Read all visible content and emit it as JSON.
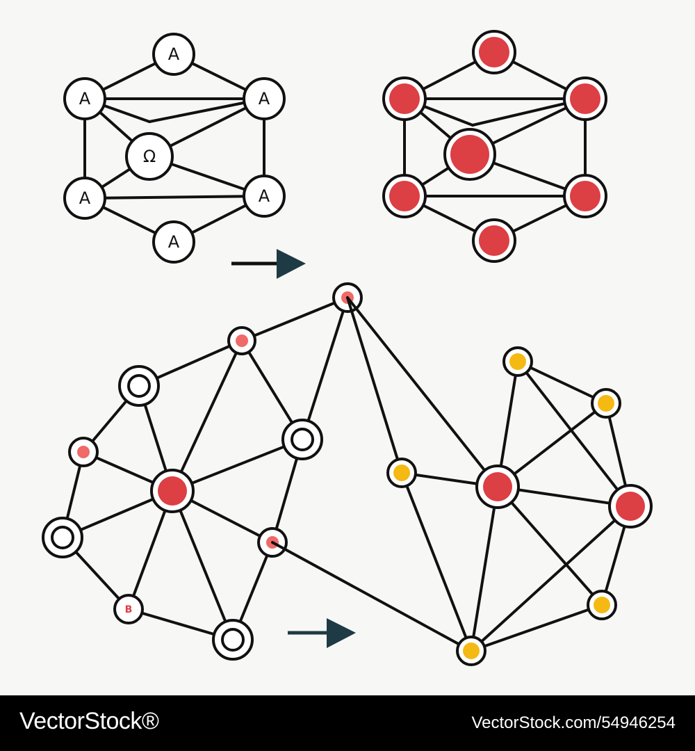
{
  "colors": {
    "background": "#f7f7f5",
    "line": "#111111",
    "red": "#dc3f44",
    "salmon": "#ef6a68",
    "yellow": "#f5b914",
    "arrow": "#1e3a44"
  },
  "top_left_network": {
    "nodes": [
      {
        "id": "tl-top",
        "label": "A"
      },
      {
        "id": "tl-ul",
        "label": "A"
      },
      {
        "id": "tl-ur",
        "label": "A"
      },
      {
        "id": "tl-center",
        "label": "Ω"
      },
      {
        "id": "tl-ll",
        "label": "A"
      },
      {
        "id": "tl-lr",
        "label": "A"
      },
      {
        "id": "tl-bottom",
        "label": "A"
      }
    ]
  },
  "bottom_left_network": {
    "labeled_node": "B"
  },
  "watermark": {
    "brand": "VectorStock®",
    "id": "VectorStock.com/54946254"
  }
}
